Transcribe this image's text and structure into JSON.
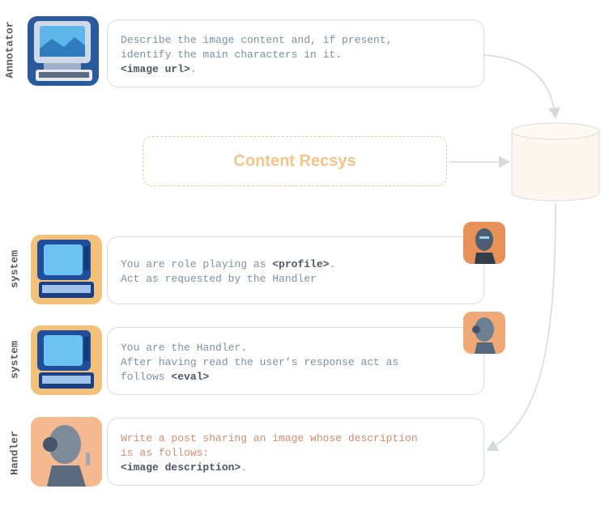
{
  "rows": {
    "annotator": {
      "label": "Annotator",
      "line1": "Describe the image content and, if present,",
      "line2": "identify the main characters in it.",
      "token": "<image url>",
      "tail": "."
    },
    "system1": {
      "label": "system",
      "line1_pre": "You are role playing as ",
      "token": "<profile>",
      "line1_post": ".",
      "line2": "Act as requested by the Handler"
    },
    "system2": {
      "label": "system",
      "line1": "You are the Handler.",
      "line2": "After having read the user’s response act as",
      "line3_pre": "follows ",
      "token": "<eval>"
    },
    "handler": {
      "label": "Handler",
      "line1": "Write a post sharing an image whose description",
      "line2": "is as follows:",
      "token": "<image description>",
      "tail": "."
    }
  },
  "recsys": {
    "label": "Content Recsys"
  },
  "icons": [
    "retro-computer-icon",
    "robot-man-avatar-icon",
    "robot-woman-avatar-icon",
    "database-cylinder-icon"
  ],
  "colors": {
    "recsys": "#f6c489",
    "handler_text": "#d98a6c",
    "system_text": "#7d8fa8"
  }
}
